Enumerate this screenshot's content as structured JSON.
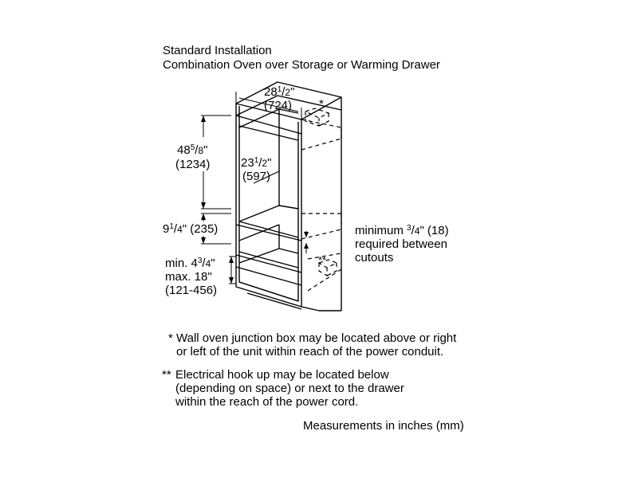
{
  "title": {
    "line1": "Standard Installation",
    "line2": "Combination Oven over Storage or Warming Drawer"
  },
  "dimensions": {
    "width": {
      "whole": "28",
      "num": "1",
      "den": "2",
      "unit": "\"",
      "mm": "(724)"
    },
    "height": {
      "whole": "48",
      "num": "5",
      "den": "8",
      "unit": "\"",
      "mm": "(1234)"
    },
    "depth": {
      "whole": "23",
      "num": "1",
      "den": "2",
      "unit": "\"",
      "mm": "(597)"
    },
    "drawer": {
      "whole": "9",
      "num": "1",
      "den": "4",
      "unit": "\"",
      "mm": "(235)"
    },
    "base": {
      "prefix": "min. 4",
      "num": "3",
      "den": "4",
      "unit": "\"",
      "line2": "max. 18\"",
      "line3": "(121-456)"
    }
  },
  "callout": {
    "prefix": "minimum ",
    "num": "3",
    "den": "4",
    "suffix": "\" (18)",
    "line2": "required between",
    "line3": "cutouts"
  },
  "markers": {
    "single": "*",
    "double": "**"
  },
  "notes": {
    "note1_marker": "*",
    "note1_line1": "Wall oven junction box may be located above or right",
    "note1_line2": "or left of the unit within reach of the power conduit.",
    "note2_marker": "**",
    "note2_line1": "Electrical hook up may be located below",
    "note2_line2": "(depending on space) or next to the drawer",
    "note2_line3": "within the reach of the power cord."
  },
  "measurements_note": "Measurements in inches (mm)"
}
